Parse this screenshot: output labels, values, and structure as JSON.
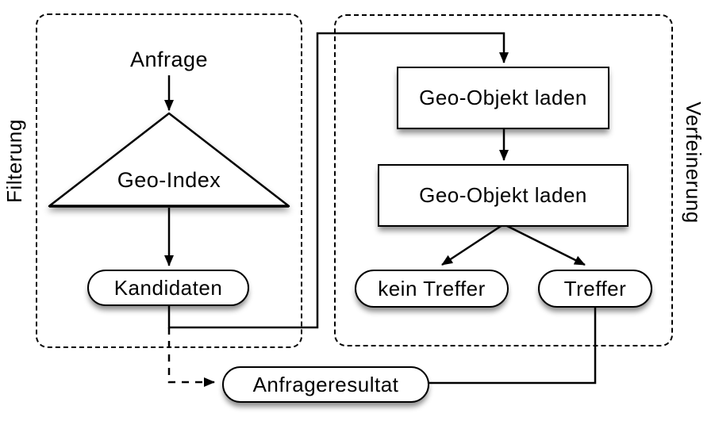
{
  "sections": {
    "filterung": {
      "label": "Filterung"
    },
    "verfeinerung": {
      "label": "Verfeinerung"
    }
  },
  "nodes": {
    "anfrage": {
      "label": "Anfrage",
      "shape": "text"
    },
    "geo_index": {
      "label": "Geo-Index",
      "shape": "triangle"
    },
    "kandidaten": {
      "label": "Kandidaten",
      "shape": "stadium"
    },
    "geo_objekt_laden_1": {
      "label": "Geo-Objekt laden",
      "shape": "rect"
    },
    "geo_objekt_laden_2": {
      "label": "Geo-Objekt laden",
      "shape": "rect"
    },
    "kein_treffer": {
      "label": "kein Treffer",
      "shape": "stadium"
    },
    "treffer": {
      "label": "Treffer",
      "shape": "stadium"
    },
    "anfrageresultat": {
      "label": "Anfrageresultat",
      "shape": "stadium"
    }
  },
  "edges": [
    {
      "from": "anfrage",
      "to": "geo_index",
      "style": "solid-arrow"
    },
    {
      "from": "geo_index",
      "to": "kandidaten",
      "style": "solid-arrow"
    },
    {
      "from": "kandidaten",
      "to": "geo_objekt_laden_1",
      "style": "solid-arrow"
    },
    {
      "from": "geo_objekt_laden_1",
      "to": "geo_objekt_laden_2",
      "style": "solid-arrow"
    },
    {
      "from": "geo_objekt_laden_2",
      "to": "kein_treffer",
      "style": "solid-arrow"
    },
    {
      "from": "geo_objekt_laden_2",
      "to": "treffer",
      "style": "solid-arrow"
    },
    {
      "from": "treffer",
      "to": "anfrageresultat",
      "style": "solid-line"
    },
    {
      "from": "kandidaten",
      "to": "anfrageresultat",
      "style": "dashed-arrow"
    }
  ],
  "colors": {
    "stroke": "#000000",
    "node_fill": "#ffffff",
    "background": "#ffffff"
  }
}
